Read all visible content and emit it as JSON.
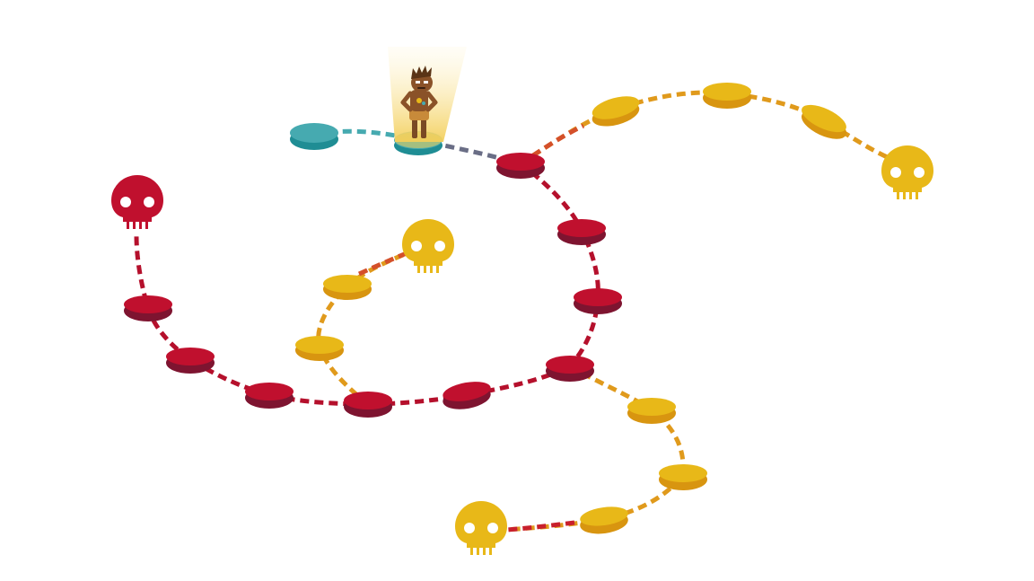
{
  "game": {
    "screen": "path-map",
    "player": {
      "name": "explorer",
      "current_stone": "start-stone"
    }
  },
  "colors": {
    "background": "#ffffff",
    "teal": "#46aab0",
    "teal_dark": "#1f8d94",
    "red": "#c0102e",
    "red_dark": "#7e1430",
    "yellow": "#e8b818",
    "yellow_dark": "#d89510",
    "orange_path": "#e09a1c",
    "red_path": "#b5102c",
    "spotlight": "#f3cf5a"
  },
  "icons": {
    "skull": "skull-icon",
    "stone": "stepping-stone",
    "character": "explorer-character-icon"
  },
  "paths": [
    {
      "name": "teal-path",
      "color": "teal"
    },
    {
      "name": "north-yellow-path",
      "color": "yellow"
    },
    {
      "name": "red-loop-path",
      "color": "red"
    },
    {
      "name": "inner-yellow-path",
      "color": "yellow"
    },
    {
      "name": "south-yellow-path",
      "color": "yellow"
    }
  ],
  "skulls": [
    {
      "name": "red-skull-west",
      "color": "red"
    },
    {
      "name": "yellow-skull-east",
      "color": "yellow"
    },
    {
      "name": "yellow-skull-center",
      "color": "yellow"
    },
    {
      "name": "yellow-skull-south",
      "color": "yellow"
    }
  ]
}
